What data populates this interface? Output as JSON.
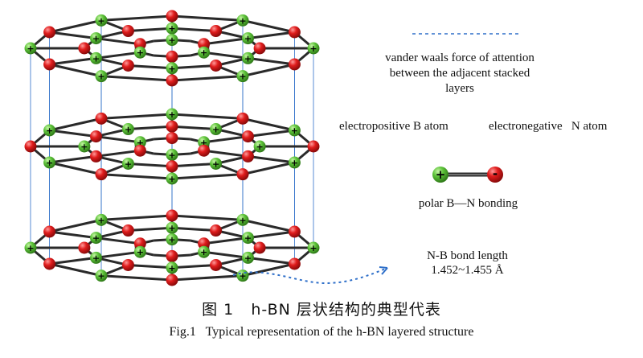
{
  "legend": {
    "vdw_text": "vander waals force of attention between the adjacent stacked layers",
    "vdw_line1": "vander waals force of attention",
    "vdw_line2": "between the adjacent stacked",
    "vdw_line3": "layers",
    "b_atom": "electropositive B atom",
    "n_atom": "electronegative   N atom",
    "bond_label": "polar B—N bonding",
    "bond_length_title": "N-B bond length",
    "bond_length_value": "1.452~1.455 Å"
  },
  "atom_marks": {
    "boron": "+",
    "nitrogen": "-"
  },
  "colors": {
    "boron": "#5ec43a",
    "nitrogen": "#e01c1c",
    "bond": "#2a2a2a",
    "vdw_line": "#2e6fc9"
  },
  "caption": {
    "chinese": "图 1   h-BN 层状结构的典型代表",
    "english": "Fig.1   Typical representation of the h-BN layered structure"
  }
}
